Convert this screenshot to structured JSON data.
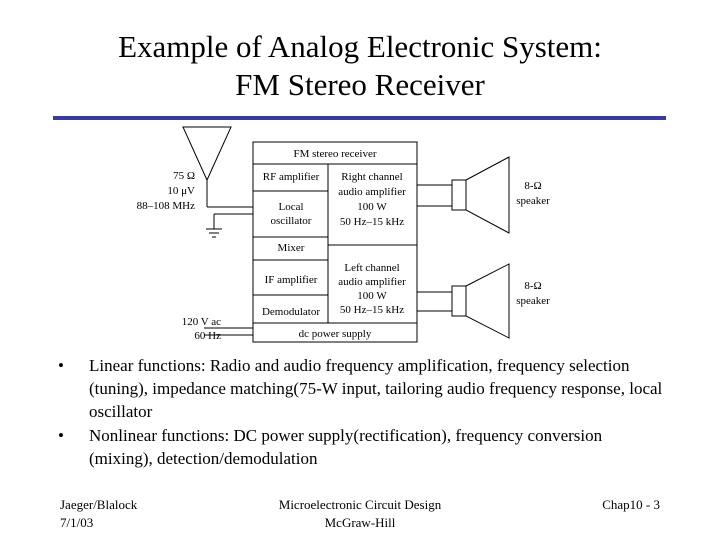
{
  "slide": {
    "title_line1": "Example of Analog Electronic System:",
    "title_line2": "FM Stereo Receiver",
    "rule_color": "#3a3a9c"
  },
  "diagram": {
    "antenna_specs": [
      "75 Ω",
      "10 μV",
      "88–108 MHz"
    ],
    "power_specs": [
      "120 V ac",
      "60 Hz"
    ],
    "receiver_title": "FM stereo receiver",
    "left_blocks": [
      "RF amplifier",
      "Local",
      "oscillator",
      "Mixer",
      "IF amplifier",
      "Demodulator"
    ],
    "right_channel": [
      "Right channel",
      "audio amplifier",
      "100 W",
      "50 Hz–15 kHz"
    ],
    "left_channel": [
      "Left channel",
      "audio amplifier",
      "100 W",
      "50 Hz–15 kHz"
    ],
    "power_supply": "dc power supply",
    "speaker_top": [
      "8-Ω",
      "speaker"
    ],
    "speaker_bottom": [
      "8-Ω",
      "speaker"
    ]
  },
  "bullets": [
    "Linear functions: Radio and audio frequency amplification, frequency selection (tuning), impedance matching(75-W input, tailoring audio frequency response, local oscillator",
    "Nonlinear functions: DC power supply(rectification), frequency conversion (mixing), detection/demodulation"
  ],
  "bullet_glyph": "•",
  "footer": {
    "left_line1": "Jaeger/Blalock",
    "left_line2": "7/1/03",
    "center_line1": "Microelectronic Circuit Design",
    "center_line2": "McGraw-Hill",
    "right": "Chap10 - 3"
  }
}
